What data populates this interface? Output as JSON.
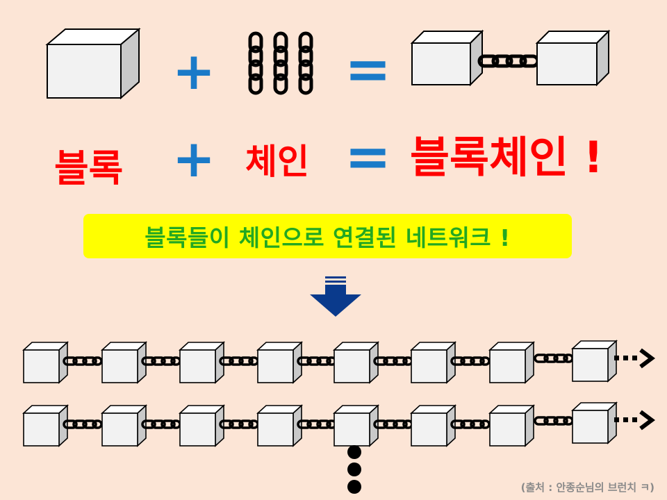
{
  "equation_labels": {
    "block": "블록",
    "plus": "+",
    "chain": "체인",
    "equals": "=",
    "result": "블록체인 !"
  },
  "banner": {
    "text": "블록들이 체인으로 연결된 네트워크 !",
    "background": "#ffff00",
    "text_color": "#22a822"
  },
  "colors": {
    "background": "#fce5d6",
    "operator": "#1a7ac8",
    "label": "#ff0000",
    "arrow": "#0a3a8c",
    "cube_face": "#f2f2f2",
    "chain": "#000000"
  },
  "icons": {
    "down_arrow": "down-arrow-icon",
    "continue_arrow": "dotted-arrow-icon",
    "more": "vertical-ellipsis-icon"
  },
  "caption": "(출처 : 안종순님의 브런치 ㅋ)"
}
